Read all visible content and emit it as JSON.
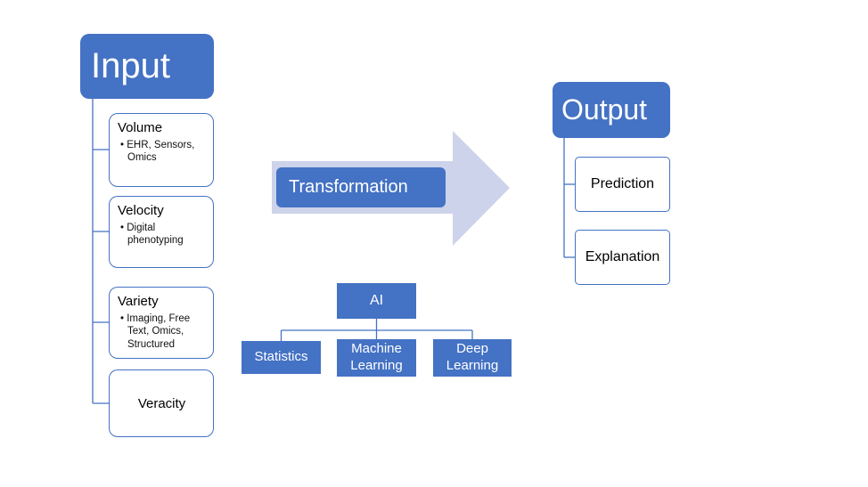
{
  "colors": {
    "accent": "#4472C4",
    "arrow_fill": "#CDD3EA",
    "connector": "#4472C4",
    "background": "#FFFFFF"
  },
  "input": {
    "title": "Input",
    "items": [
      {
        "title": "Volume",
        "bullet": "EHR, Sensors, Omics"
      },
      {
        "title": "Velocity",
        "bullet": "Digital phenotyping"
      },
      {
        "title": "Variety",
        "bullet": "Imaging, Free Text, Omics, Structured"
      },
      {
        "title": "Veracity",
        "bullet": ""
      }
    ]
  },
  "transformation": {
    "label": "Transformation"
  },
  "ai_tree": {
    "root": "AI",
    "children": [
      {
        "label": "Statistics"
      },
      {
        "label": "Machine Learning"
      },
      {
        "label": "Deep Learning"
      }
    ]
  },
  "output": {
    "title": "Output",
    "items": [
      {
        "label": "Prediction"
      },
      {
        "label": "Explanation"
      }
    ]
  }
}
